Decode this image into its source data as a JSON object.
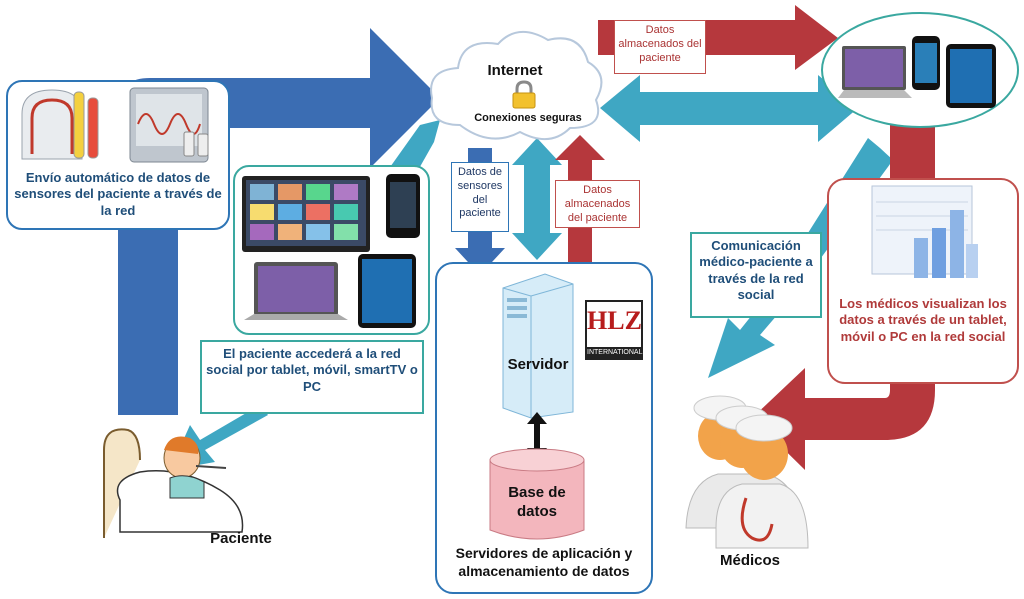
{
  "internet": {
    "title": "Internet",
    "subtitle": "Conexiones seguras"
  },
  "labels": {
    "envio": "Envío automático de datos de sensores del paciente a través de la red",
    "paciente_accede": "El paciente accederá a la red social por tablet, móvil, smartTV o PC",
    "datos_sensores": "Datos de sensores del paciente",
    "datos_almacenados_server": "Datos almacenados del paciente",
    "datos_almacenados_top": "Datos almacenados del paciente",
    "comunicacion": "Comunicación médico-paciente a través de la red social",
    "medicos_visualizan": "Los médicos visualizan los datos a través de un tablet, móvil o PC en la red social",
    "servidor": "Servidor",
    "base_datos": "Base de datos",
    "servidores_caption": "Servidores de aplicación y almacenamiento de datos",
    "paciente": "Paciente",
    "medicos": "Médicos",
    "logo_main": "HLZ",
    "logo_sub": "INTERNATIONAL"
  },
  "colors": {
    "blue_arrow": "#3b6db3",
    "teal_arrow": "#3fa7c3",
    "red_arrow": "#b6383d",
    "box_blue": "#2e75b6",
    "box_teal": "#3aa8a0",
    "box_red": "#c0504d"
  },
  "icons": {
    "sensors": "lab-sensors-icon",
    "devices_patient": "tv-laptop-tablet-phone-icon",
    "devices_doctor": "laptop-phone-tablet-icon",
    "lock": "lock-icon",
    "server": "server-icon",
    "database": "database-icon",
    "patient": "sick-patient-icon",
    "doctors": "doctors-icon",
    "chart": "bar-chart-icon"
  }
}
